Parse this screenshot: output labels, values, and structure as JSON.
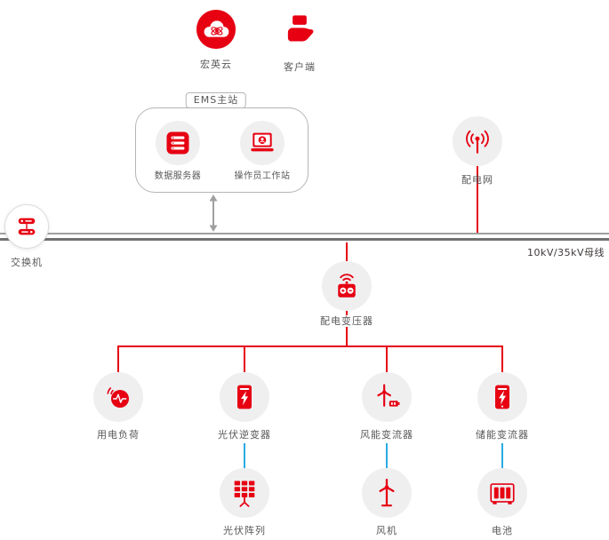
{
  "colors": {
    "red": "#e60012",
    "blue": "#29abe2",
    "text": "#595757",
    "bus-top": "#9fa0a0",
    "bus-bottom": "#727171",
    "node-bg": "#efeff0",
    "box-border": "#b5b5b6"
  },
  "diagram": {
    "cloud": {
      "label": "宏英云",
      "icon": "cloud-icon"
    },
    "client": {
      "label": "客户端",
      "icon": "client-hand-icon"
    },
    "ems_group": {
      "title": "EMS主站",
      "data_server": {
        "label": "数据服务器",
        "icon": "server-icon"
      },
      "workstation": {
        "label": "操作员工作站",
        "icon": "laptop-icon"
      }
    },
    "grid": {
      "label": "配电网",
      "icon": "antenna-icon"
    },
    "switch": {
      "label": "交换机",
      "icon": "switch-icon"
    },
    "bus": {
      "label": "10kV/35kV母线"
    },
    "transformer": {
      "label": "配电变压器",
      "icon": "transformer-icon"
    },
    "branches": [
      {
        "label": "用电负荷",
        "icon": "load-icon"
      },
      {
        "label": "光伏逆变器",
        "icon": "inverter-icon"
      },
      {
        "label": "风能变流器",
        "icon": "wind-converter-icon"
      },
      {
        "label": "储能变流器",
        "icon": "storage-inverter-icon"
      }
    ],
    "sources": [
      {
        "label": "光伏阵列",
        "icon": "solar-array-icon"
      },
      {
        "label": "风机",
        "icon": "wind-turbine-icon"
      },
      {
        "label": "电池",
        "icon": "battery-icon"
      }
    ]
  }
}
